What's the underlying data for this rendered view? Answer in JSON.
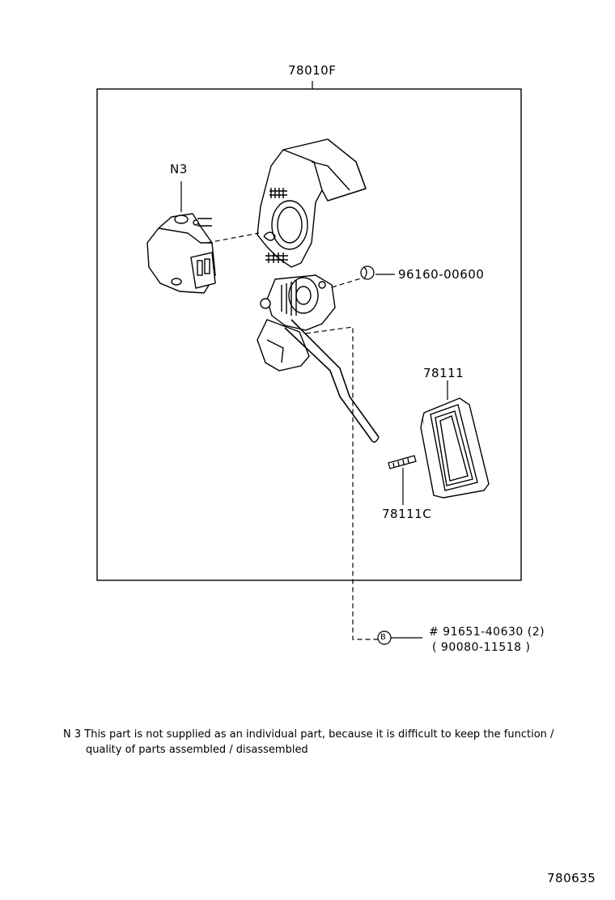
{
  "diagram": {
    "assembly_label": "78010F",
    "parts": [
      {
        "code": "N3"
      },
      {
        "code": "96160-00600"
      },
      {
        "code": "78111"
      },
      {
        "code": "78111C"
      }
    ],
    "fastener": {
      "symbol": "B",
      "line1": "# 91651-40630 (2)",
      "line2": "( 90080-11518 )"
    },
    "note": {
      "line1": "N 3 This part is not supplied as an individual part, because it is difficult to keep the function /",
      "line2": "quality of parts assembled / disassembled"
    },
    "figure_number": "780635"
  }
}
